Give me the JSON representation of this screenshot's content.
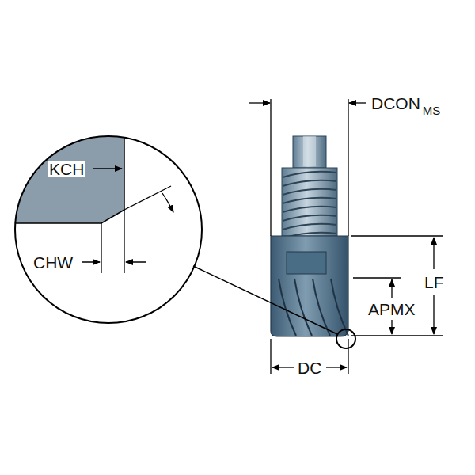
{
  "diagram": {
    "labels": [
      "KCH",
      "CHW",
      "DCON",
      "MS",
      "LF",
      "APMX",
      "DC"
    ]
  }
}
